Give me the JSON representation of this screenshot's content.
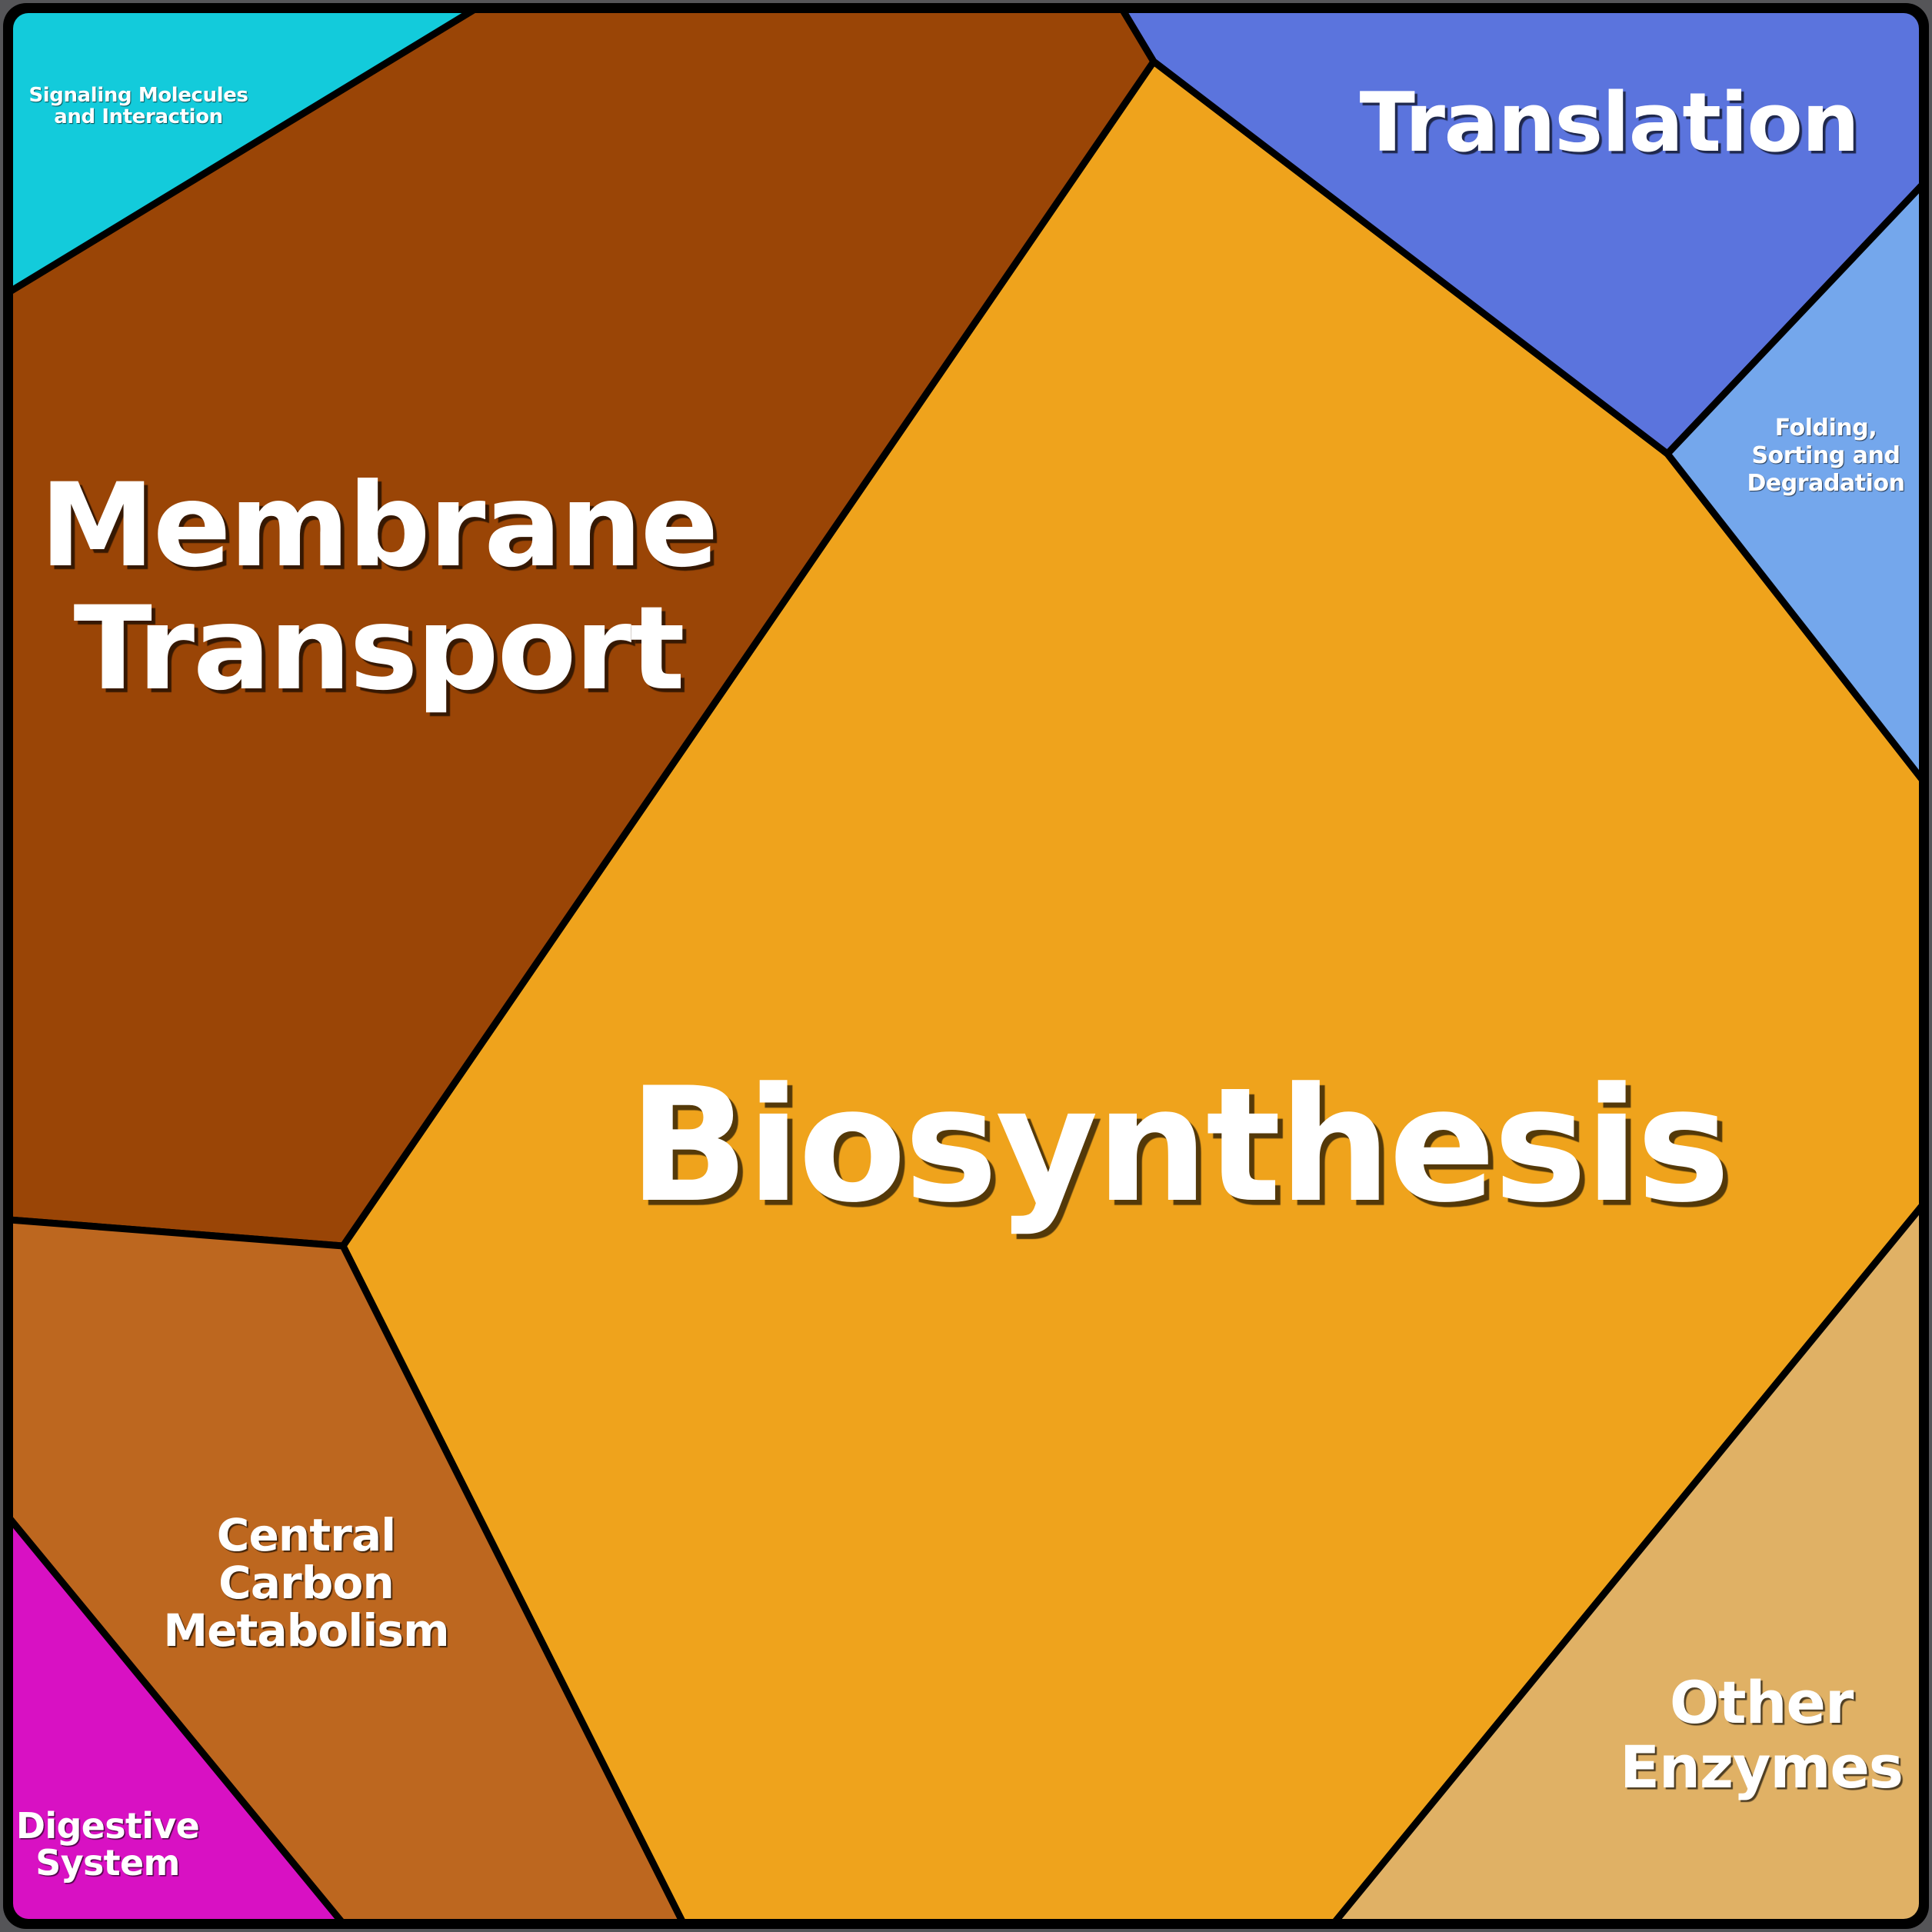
{
  "chart_data": {
    "type": "voronoi-treemap",
    "title": "",
    "legend_position": "none",
    "text_color": "#FFFFFF",
    "border_color": "#000000",
    "frame_color": "#000000",
    "frame_outside_color": "#555558",
    "regions": [
      {
        "name": "Biosynthesis",
        "label_lines": [
          "Biosynthesis"
        ],
        "color": "#EFA31C",
        "area_pct_estimate": 51
      },
      {
        "name": "Membrane Transport",
        "label_lines": [
          "Membrane",
          "Transport"
        ],
        "color": "#9A4506",
        "area_pct_estimate": 23.5
      },
      {
        "name": "Central Carbon Metabolism",
        "label_lines": [
          "Central",
          "Carbon",
          "Metabolism"
        ],
        "color": "#BD671F",
        "area_pct_estimate": 7.6
      },
      {
        "name": "Other Enzymes",
        "label_lines": [
          "Other",
          "Enzymes"
        ],
        "color": "#E0B165",
        "area_pct_estimate": 6.0
      },
      {
        "name": "Translation",
        "label_lines": [
          "Translation"
        ],
        "color": "#5B74DD",
        "area_pct_estimate": 5.8
      },
      {
        "name": "Folding, Sorting and Degradation",
        "label_lines": [
          "Folding,",
          "Sorting and",
          "Degradation"
        ],
        "color": "#74A7EC",
        "area_pct_estimate": 2.2
      },
      {
        "name": "Signaling Molecules and Interaction",
        "label_lines": [
          "Signaling Molecules",
          "and Interaction"
        ],
        "color": "#13CBDB",
        "area_pct_estimate": 2.0
      },
      {
        "name": "Digestive System",
        "label_lines": [
          "Digestive",
          "System"
        ],
        "color": "#D811C3",
        "area_pct_estimate": 2.0
      }
    ]
  }
}
